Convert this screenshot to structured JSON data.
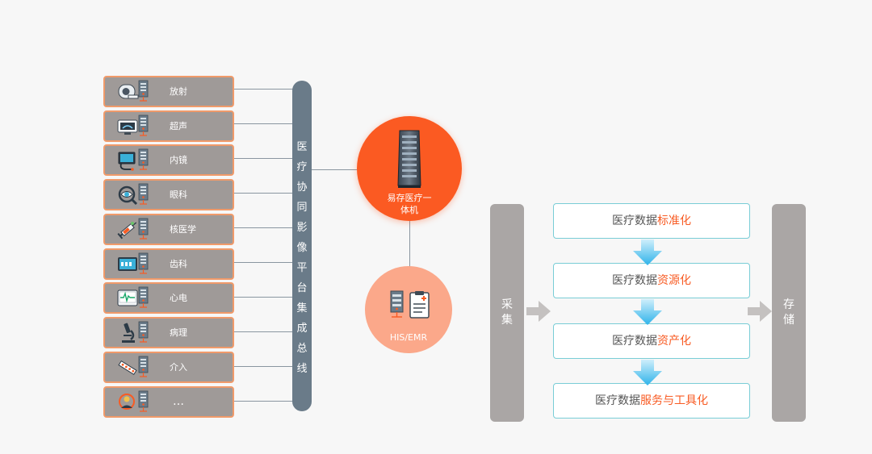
{
  "departments": [
    {
      "label": "放射",
      "icon": "ct-scanner-icon"
    },
    {
      "label": "超声",
      "icon": "ultrasound-icon"
    },
    {
      "label": "内镜",
      "icon": "endoscope-icon"
    },
    {
      "label": "眼科",
      "icon": "eye-icon"
    },
    {
      "label": "核医学",
      "icon": "syringe-icon"
    },
    {
      "label": "齿科",
      "icon": "dental-icon"
    },
    {
      "label": "心电",
      "icon": "ecg-monitor-icon"
    },
    {
      "label": "病理",
      "icon": "microscope-icon"
    },
    {
      "label": "介入",
      "icon": "catheter-icon"
    },
    {
      "label": "…",
      "icon": "person-icon"
    }
  ],
  "bus": {
    "text": [
      "医",
      "疗",
      "协",
      "同",
      "影",
      "像",
      "平",
      "台",
      "集",
      "成",
      "总",
      "线"
    ]
  },
  "server": {
    "line1": "易存医疗一",
    "line2": "体机",
    "icon": "server-rack-icon"
  },
  "his": {
    "label": "HIS/EMR",
    "icons": [
      "server-icon",
      "medical-record-icon"
    ]
  },
  "collect": {
    "text": [
      "采",
      "集"
    ]
  },
  "store": {
    "text": [
      "存",
      "储"
    ]
  },
  "stages": [
    {
      "prefix": "医疗数据",
      "highlight": "标准化"
    },
    {
      "prefix": "医疗数据",
      "highlight": "资源化"
    },
    {
      "prefix": "医疗数据",
      "highlight": "资产化"
    },
    {
      "prefix": "医疗数据",
      "highlight": "服务与工具化"
    }
  ],
  "colors": {
    "department_fill": "#9f9a98",
    "department_border": "#f09a6a",
    "bus": "#6a7b89",
    "server_circle": "#fb5a22",
    "his_circle": "#fba88a",
    "pillar": "#aaa6a5",
    "stage_border": "#79cdd6",
    "highlight_text": "#f85b23",
    "arrow_blue": "#3fb7e8"
  }
}
